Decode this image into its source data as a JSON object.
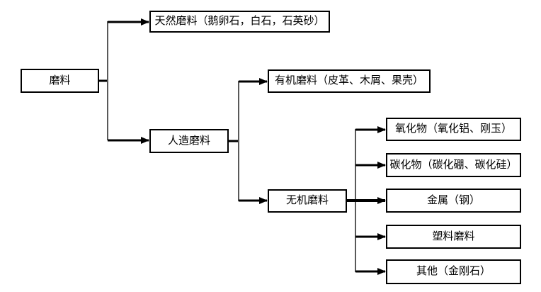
{
  "diagram": {
    "type": "tree-flowchart",
    "direction": "left-to-right"
  },
  "nodes": {
    "abrasive": {
      "label": "磨料"
    },
    "natural": {
      "label": "天然磨料（鹅卵石，白石，石英砂）"
    },
    "artificial": {
      "label": "人造磨料"
    },
    "organic": {
      "label": "有机磨料（皮革、木屑、果壳）"
    },
    "inorganic": {
      "label": "无机磨料"
    },
    "oxide": {
      "label": "氧化物（氧化铝、刚玉）"
    },
    "carbide": {
      "label": "碳化物（碳化硼、碳化硅）"
    },
    "metal": {
      "label": "金属（钢）"
    },
    "plastic": {
      "label": "塑料磨料"
    },
    "other": {
      "label": "其他（金刚石）"
    }
  },
  "edges": [
    {
      "from": "磨料",
      "to": "天然磨料（鹅卵石，白石，石英砂）"
    },
    {
      "from": "磨料",
      "to": "人造磨料"
    },
    {
      "from": "人造磨料",
      "to": "有机磨料（皮革、木屑、果壳）"
    },
    {
      "from": "人造磨料",
      "to": "无机磨料"
    },
    {
      "from": "无机磨料",
      "to": "氧化物（氧化铝、刚玉）"
    },
    {
      "from": "无机磨料",
      "to": "碳化物（碳化硼、碳化硅）"
    },
    {
      "from": "无机磨料",
      "to": "金属（钢）"
    },
    {
      "from": "无机磨料",
      "to": "塑料磨料"
    },
    {
      "from": "无机磨料",
      "to": "其他（金刚石）"
    }
  ],
  "colors": {
    "background": "#ffffff",
    "box_border": "#000000",
    "box_fill": "#ffffff",
    "text": "#000000",
    "connector": "#595959",
    "arrow": "#000000"
  }
}
